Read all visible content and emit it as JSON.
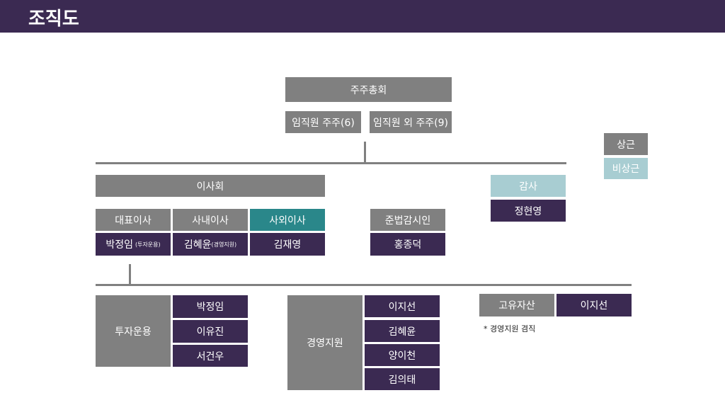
{
  "title": "조직도",
  "shareholders": {
    "meeting": "주주총회",
    "internal": "임직원 주주(6)",
    "external": "임직원 외 주주(9)"
  },
  "legend": {
    "fulltime": "상근",
    "parttime": "비상근"
  },
  "board": {
    "title": "이사회",
    "roles": [
      {
        "label": "대표이사",
        "name": "박정임",
        "note": "(투자운용)"
      },
      {
        "label": "사내이사",
        "name": "김혜윤",
        "note": "(경영지원)"
      },
      {
        "label": "사외이사",
        "name": "김재영"
      }
    ]
  },
  "compliance": {
    "label": "준법감시인",
    "name": "홍종덕"
  },
  "audit": {
    "label": "감사",
    "name": "정현영"
  },
  "departments": [
    {
      "name": "투자운용",
      "members": [
        "박정임",
        "이유진",
        "서건우"
      ]
    },
    {
      "name": "경영지원",
      "members": [
        "이지선",
        "김혜윤",
        "양이천",
        "김의태"
      ]
    },
    {
      "name": "고유자산",
      "members": [
        "이지선"
      ]
    }
  ],
  "note": "* 경영지원 겸직",
  "colors": {
    "header": "#3b2a52",
    "gray": "#808080",
    "teal": "#2a878a",
    "light_teal": "#a8cdd2"
  }
}
